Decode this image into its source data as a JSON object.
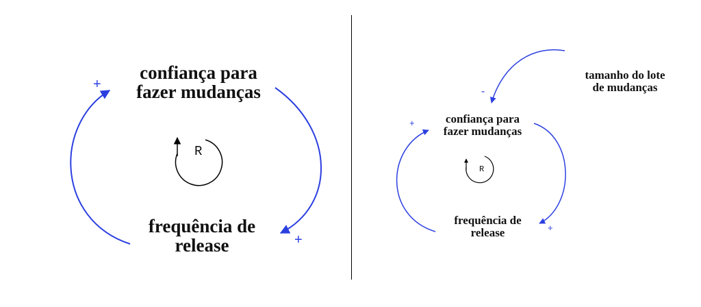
{
  "diagram_left": {
    "node_top": "confiança para\nfazer mudanças",
    "node_bottom": "frequência de\nrelease",
    "loop_label": "R",
    "sign_top_left": "+",
    "sign_bottom_right": "+"
  },
  "diagram_right": {
    "node_external": "tamanho do lote\nde mudanças",
    "node_top": "confiança para\nfazer mudanças",
    "node_bottom": "frequência de\nrelease",
    "loop_label": "R",
    "sign_external": "-",
    "sign_top_left": "+",
    "sign_bottom_right": "+"
  },
  "colors": {
    "link": "#2b3fe0",
    "text": "#111111"
  }
}
